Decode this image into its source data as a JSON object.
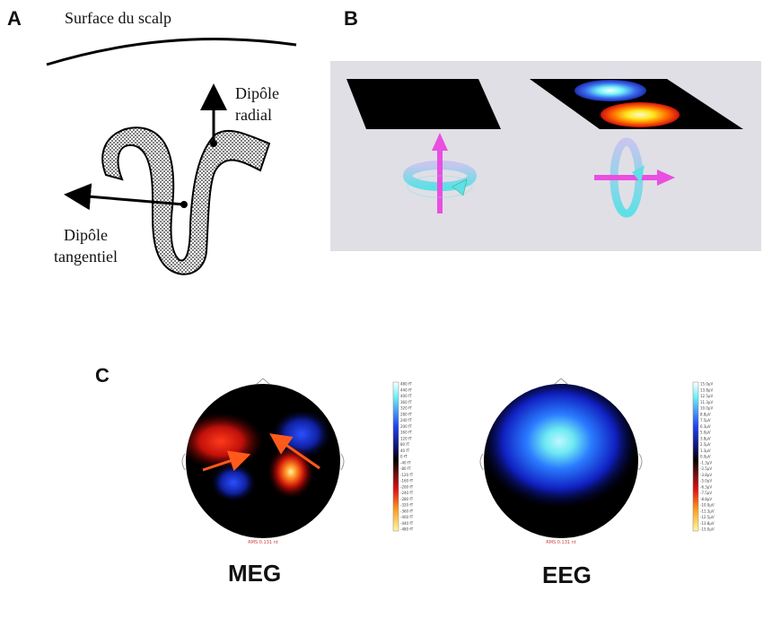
{
  "panel_a": {
    "letter": "A",
    "scalp_label": "Surface du scalp",
    "radial_line1": "Dipôle",
    "radial_line2": "radial",
    "tangential_line1": "Dipôle",
    "tangential_line2": "tangentiel"
  },
  "panel_b": {
    "letter": "B",
    "colors": {
      "background": "#e0dfe6",
      "arrow": "#e94fe0",
      "ring": "#6fe3e8",
      "plane": "#000000"
    }
  },
  "panel_c": {
    "letter": "C",
    "meg_label": "MEG",
    "eeg_label": "EEG",
    "meg_scale_ticks": [
      "480 fT",
      "440 fT",
      "400 fT",
      "360 fT",
      "320 fT",
      "280 fT",
      "240 fT",
      "200 fT",
      "160 fT",
      "120 fT",
      "80 fT",
      "40 fT",
      "0 fT",
      "-40 fT",
      "-80 fT",
      "-120 fT",
      "-160 fT",
      "-200 fT",
      "-240 fT",
      "-280 fT",
      "-320 fT",
      "-360 fT",
      "-400 fT",
      "-440 fT",
      "-480 fT"
    ],
    "eeg_scale_ticks": [
      "15.0µV",
      "13.8µV",
      "12.5µV",
      "11.3µV",
      "10.0µV",
      "8.8µV",
      "7.5µV",
      "6.3µV",
      "5.0µV",
      "3.8µV",
      "2.5µV",
      "1.3µV",
      "0.0µV",
      "-1.3µV",
      "-2.5µV",
      "-3.8µV",
      "-5.0µV",
      "-6.3µV",
      "-7.5µV",
      "-8.8µV",
      "-10.0µV",
      "-11.3µV",
      "-12.5µV",
      "-13.8µV",
      "-15.0µV"
    ],
    "meg_caption": "RMS 0.131 nt",
    "eeg_caption": "RMS 0.131 nt"
  }
}
